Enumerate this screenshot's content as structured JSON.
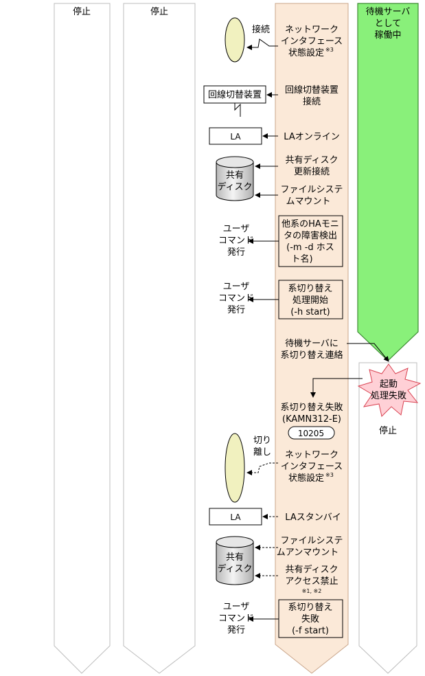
{
  "columns": {
    "col1_status": "停止",
    "col2_status": "停止",
    "col5_status_top": [
      "待機サーバ",
      "として",
      "稼働中"
    ],
    "col5_status_bottom": "停止"
  },
  "objects": {
    "switch_device": "回線切替装置",
    "la_top": "LA",
    "la_bottom": "LA",
    "shared_disk_top": [
      "共有",
      "ディスク"
    ],
    "shared_disk_bottom": [
      "共有",
      "ディスク"
    ],
    "burst": [
      "起動",
      "処理失敗"
    ],
    "error_code": "10205"
  },
  "left_labels": {
    "connect": "接続",
    "detach": [
      "切り",
      "離し"
    ],
    "user_cmd_1": [
      "ユーザ",
      "コマンド",
      "発行"
    ],
    "user_cmd_2": [
      "ユーザ",
      "コマンド",
      "発行"
    ],
    "user_cmd_3": [
      "ユーザ",
      "コマンド",
      "発行"
    ]
  },
  "steps": {
    "nif_set_1": [
      "ネットワーク",
      "インタフェース",
      "状態設定"
    ],
    "nif_note_1": "※3",
    "switch_connect": [
      "回線切替装置",
      "接続"
    ],
    "la_online": "LAオンライン",
    "disk_update": [
      "共有ディスク",
      "更新接続"
    ],
    "fs_mount": [
      "ファイルシステ",
      "ムマウント"
    ],
    "ha_detect": [
      "他系のHAモニ",
      "タの障害検出",
      "(-m -d ホス",
      "ト名)"
    ],
    "switch_start": [
      "系切り替え",
      "処理開始",
      "(-h start)"
    ],
    "notify_standby": [
      "待機サーバに",
      "系切り替え連絡"
    ],
    "switch_fail_msg": [
      "系切り替え失敗",
      "(KAMN312-E)"
    ],
    "nif_set_2": [
      "ネットワーク",
      "インタフェース",
      "状態設定"
    ],
    "nif_note_2": "※3",
    "la_standby": "LAスタンバイ",
    "fs_unmount": [
      "ファイルシステ",
      "ムアンマウント"
    ],
    "disk_deny": [
      "共有ディスク",
      "アクセス禁止"
    ],
    "disk_deny_note": "※1, ※2",
    "switch_fail": [
      "系切り替え",
      "失敗",
      "(-f start)"
    ]
  },
  "colors": {
    "active_lane_fill": "#fbe9d8",
    "active_lane_stroke": "#c9a58a",
    "standby_fill": "#89f07a",
    "standby_stroke": "#3c8a32",
    "ellipse_fill": "#f1f1bf",
    "burst_fill": "#ffd0d6",
    "burst_stroke": "#d8404f",
    "lane_stroke": "#bdbdbd"
  }
}
